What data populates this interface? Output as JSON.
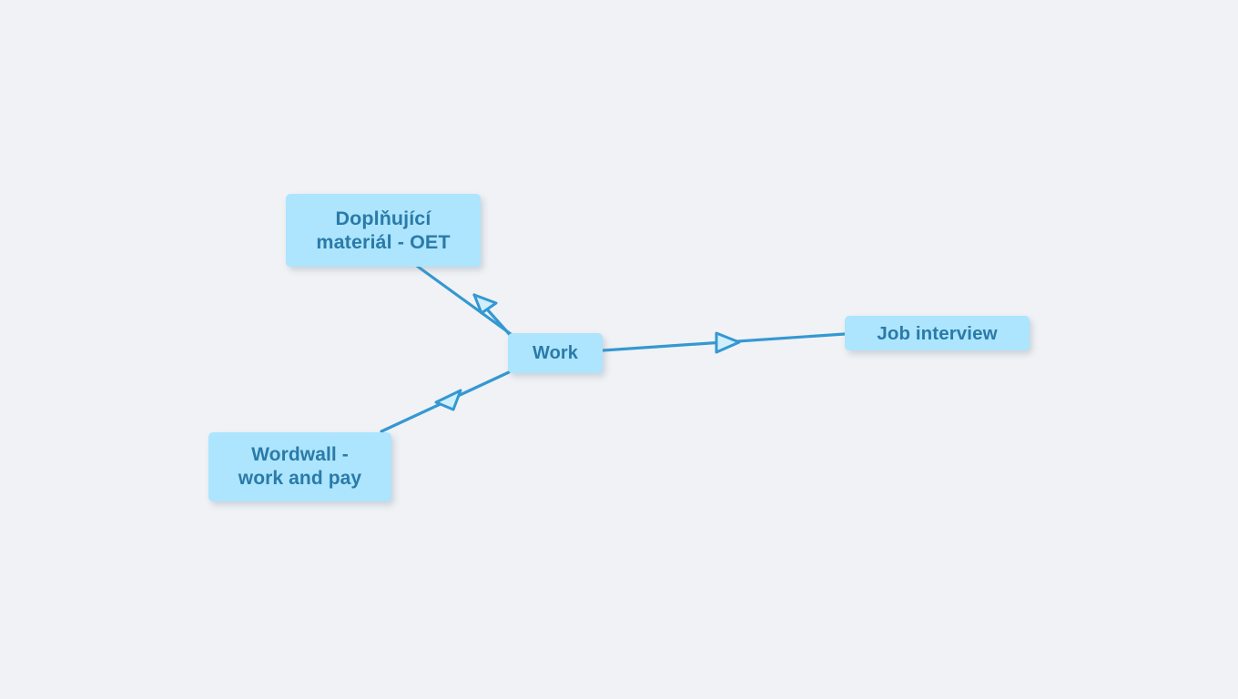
{
  "diagram": {
    "type": "mind-map",
    "background_color": "#f0f2f5",
    "node_fill_color": "#ace5fd",
    "node_text_color": "#2b7aa8",
    "edge_color": "#3498d2",
    "nodes": [
      {
        "id": "doplnujici",
        "label": "Doplňující\nmateriál - OET",
        "role": "child"
      },
      {
        "id": "work",
        "label": "Work",
        "role": "center"
      },
      {
        "id": "jobinterview",
        "label": "Job interview",
        "role": "child"
      },
      {
        "id": "wordwall",
        "label": "Wordwall -\nwork and pay",
        "role": "child"
      }
    ],
    "edges": [
      {
        "id": "work-to-doplnujici",
        "from": "work",
        "to": "doplnujici",
        "arrowhead": "hollow-triangle",
        "arrow_direction": "up-left"
      },
      {
        "id": "work-to-jobinterview",
        "from": "work",
        "to": "jobinterview",
        "arrowhead": "hollow-triangle",
        "arrow_direction": "right"
      },
      {
        "id": "work-to-wordwall",
        "from": "work",
        "to": "wordwall",
        "arrowhead": "hollow-triangle",
        "arrow_direction": "down-left"
      }
    ]
  }
}
